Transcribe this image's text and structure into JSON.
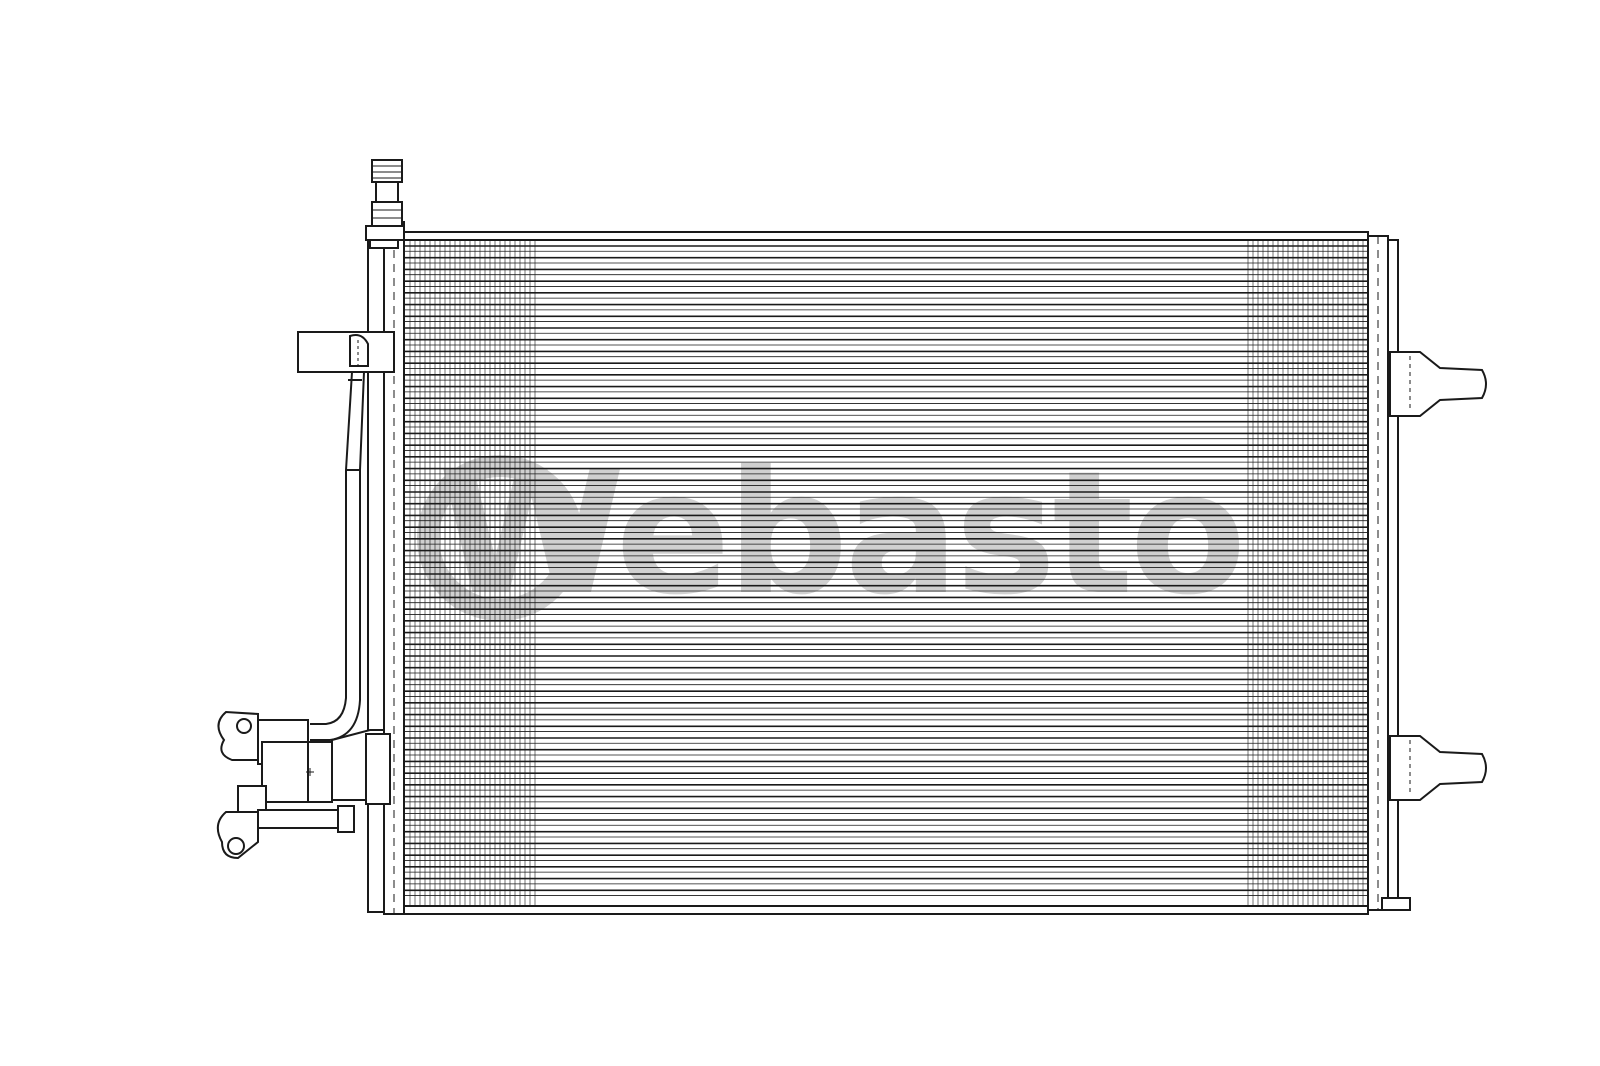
{
  "diagram": {
    "subject": "ac-condenser-line-drawing",
    "tube_count": 56,
    "watermark": {
      "text": "Webasto",
      "color": "#c8c8c8"
    },
    "colors": {
      "line": "#1a1a1a",
      "background": "#ffffff"
    }
  }
}
